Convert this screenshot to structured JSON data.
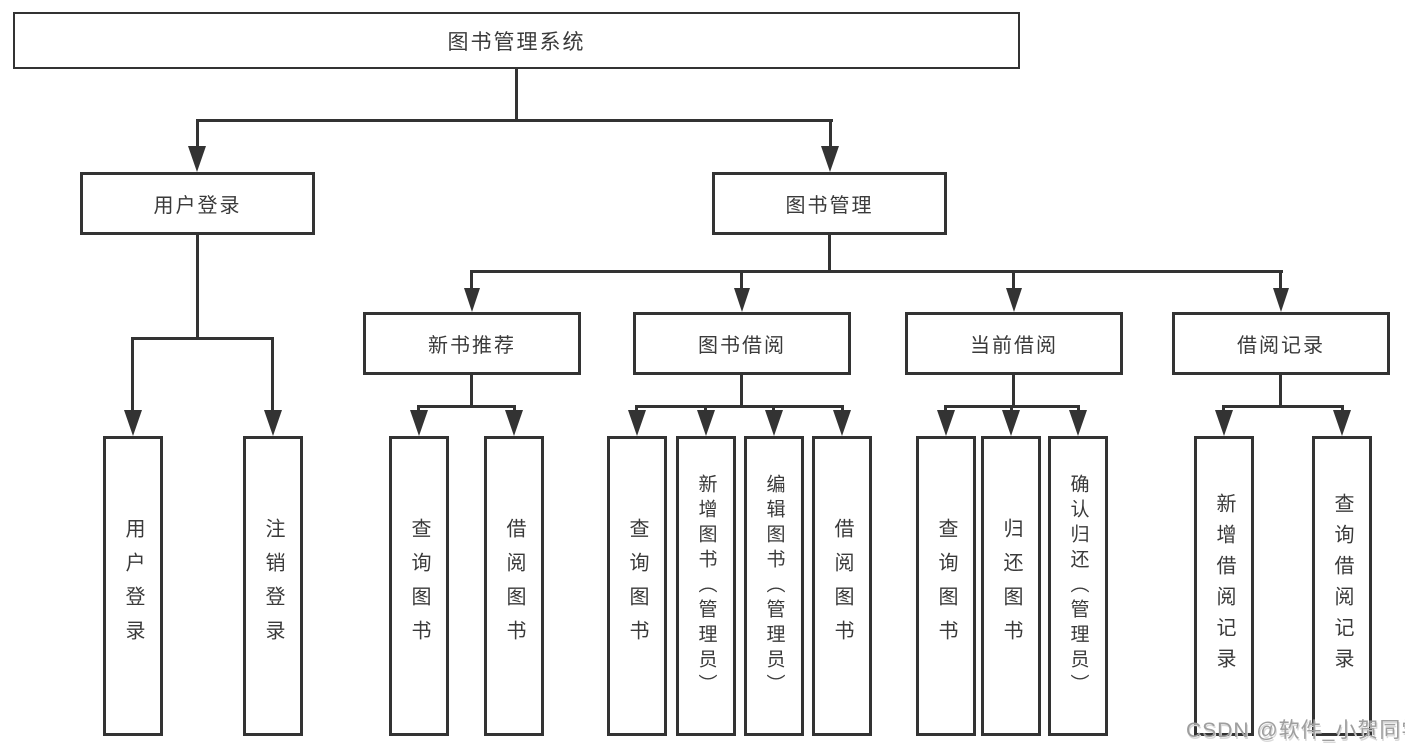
{
  "root": {
    "label": "图书管理系统"
  },
  "level2": [
    {
      "label": "用户登录"
    },
    {
      "label": "图书管理"
    }
  ],
  "level3": [
    {
      "label": "新书推荐"
    },
    {
      "label": "图书借阅"
    },
    {
      "label": "当前借阅"
    },
    {
      "label": "借阅记录"
    }
  ],
  "leaves": [
    {
      "label": "用户登录"
    },
    {
      "label": "注销登录"
    },
    {
      "label": "查询图书"
    },
    {
      "label": "借阅图书"
    },
    {
      "label": "查询图书"
    },
    {
      "label": "新增图书（管理员）"
    },
    {
      "label": "编辑图书（管理员）"
    },
    {
      "label": "借阅图书"
    },
    {
      "label": "查询图书"
    },
    {
      "label": "归还图书"
    },
    {
      "label": "确认归还（管理员）"
    },
    {
      "label": "新增借阅记录"
    },
    {
      "label": "查询借阅记录"
    }
  ],
  "watermark": {
    "text": "CSDN @软件_小贺同学"
  },
  "colors": {
    "line": "#333333",
    "text": "#3a3a3a",
    "watermark": "#9e9e9e",
    "background": "#ffffff"
  }
}
